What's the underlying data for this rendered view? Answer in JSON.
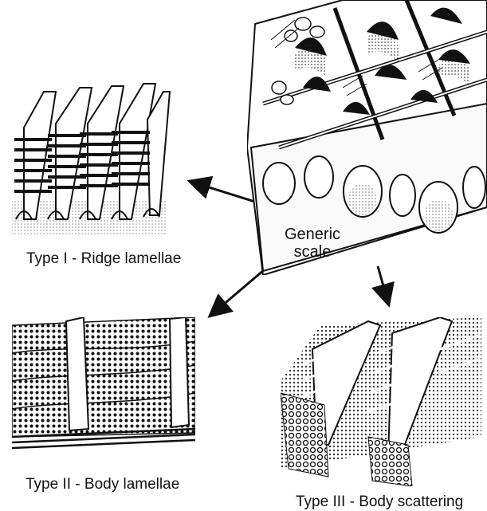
{
  "center_label": {
    "line1": "Generic",
    "line2": "scale"
  },
  "type1": {
    "label": "Type I - Ridge lamellae"
  },
  "type2": {
    "label": "Type II - Body lamellae"
  },
  "type3": {
    "label": "Type III - Body scattering"
  },
  "colors": {
    "ink": "#111111",
    "paper": "#ffffff"
  }
}
